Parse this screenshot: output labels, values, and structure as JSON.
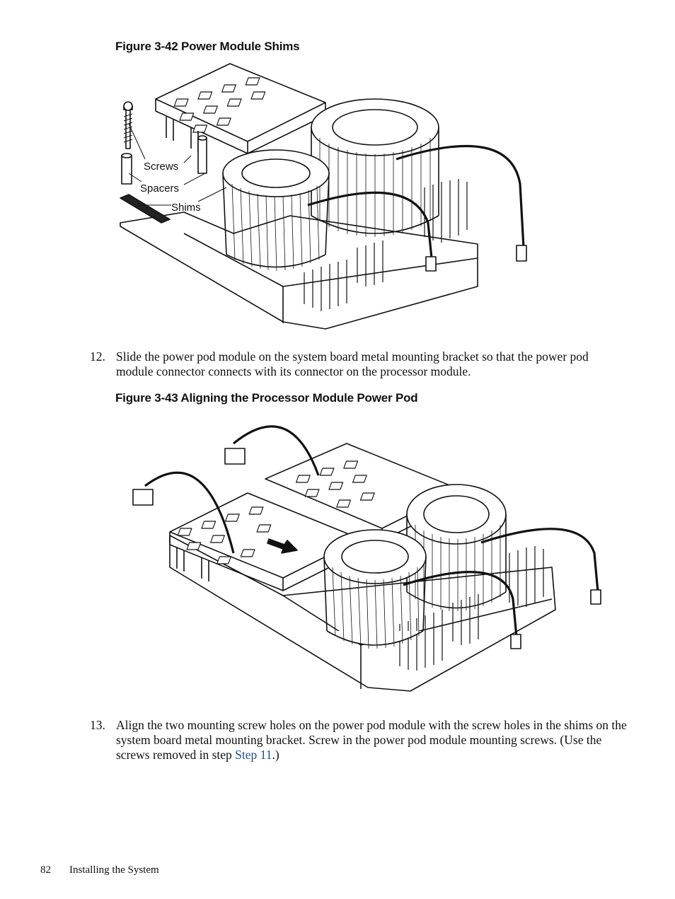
{
  "figure1": {
    "caption": "Figure 3-42  Power Module Shims",
    "labels": {
      "screws": "Screws",
      "spacers": "Spacers",
      "shims": "Shims"
    }
  },
  "step12": {
    "number": "12.",
    "text": "Slide the power pod module on the system board metal mounting bracket so that the power pod module connector connects with its connector on the processor module."
  },
  "figure2": {
    "caption": "Figure 3-43  Aligning the Processor Module Power Pod"
  },
  "step13": {
    "number": "13.",
    "text_before": "Align the two mounting screw holes on the power pod module with the screw holes in the shims on the system board metal mounting bracket. Screw in the power pod module mounting screws. (Use the screws removed in step ",
    "link": "Step 11",
    "text_after": ".)"
  },
  "footer": {
    "page_number": "82",
    "section_title": "Installing the System"
  }
}
